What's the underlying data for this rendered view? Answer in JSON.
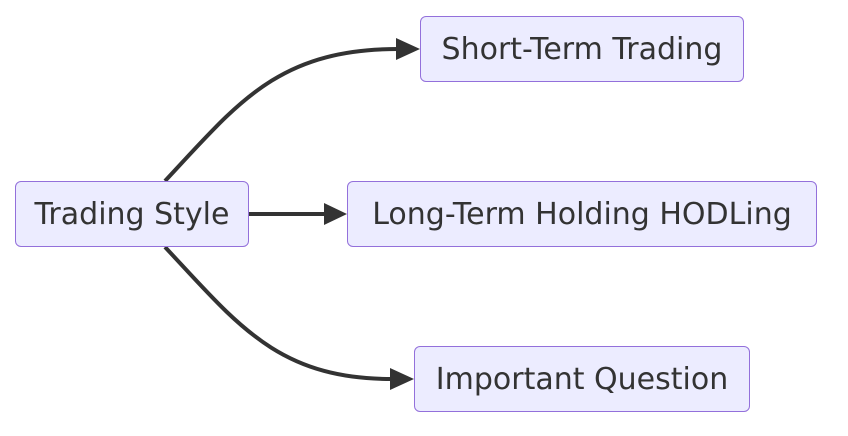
{
  "diagram": {
    "type": "flowchart",
    "direction": "left-to-right",
    "nodes": {
      "root": {
        "label": "Trading Style"
      },
      "short": {
        "label": "Short-Term Trading"
      },
      "long": {
        "label": "Long-Term Holding HODLing"
      },
      "important": {
        "label": "Important Question"
      }
    },
    "edges": [
      {
        "from": "root",
        "to": "short"
      },
      {
        "from": "root",
        "to": "long"
      },
      {
        "from": "root",
        "to": "important"
      }
    ],
    "colors": {
      "node_fill": "#ececff",
      "node_border": "#9370db",
      "edge": "#333333",
      "text": "#333333"
    }
  }
}
